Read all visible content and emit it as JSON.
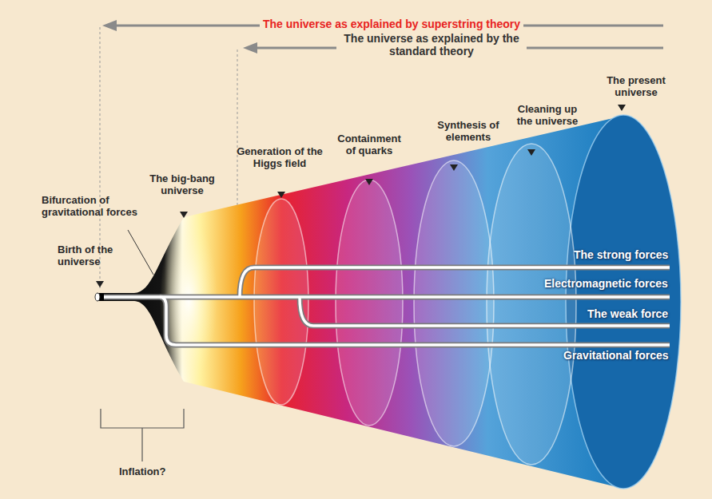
{
  "diagram": {
    "labels": [
      "The universe as explained by superstring theory",
      "The universe as explained by the standard theory",
      "The present universe",
      "Cleaning up the universe",
      "Synthesis of elements",
      "Containment of quarks",
      "Generation of the Higgs field",
      "The big-bang universe",
      "Bifurcation of gravitational forces",
      "Birth of the universe",
      "Inflation?",
      "The strong forces",
      "Electromagnetic forces",
      "The weak force",
      "Gravitational forces"
    ]
  }
}
